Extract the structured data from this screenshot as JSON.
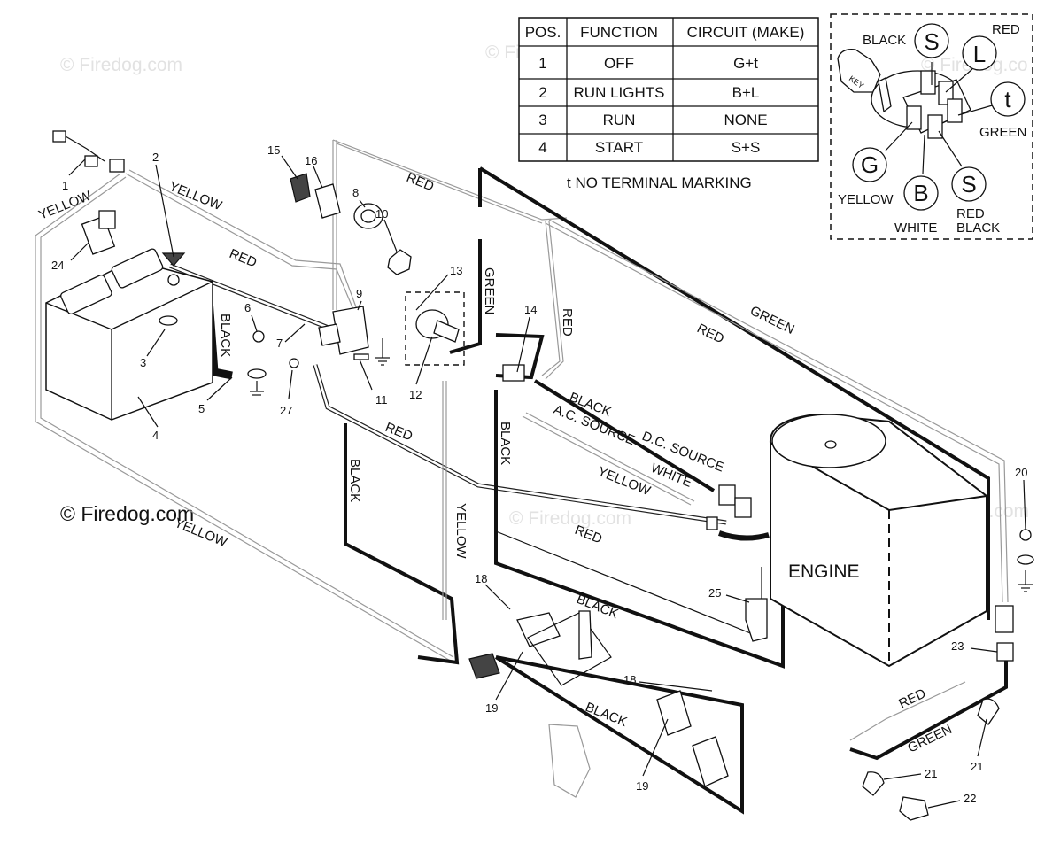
{
  "watermarks": {
    "main": "© Firedog.com",
    "faint": "© Firedog.com",
    "short": "Firedog.com",
    "cut": "© Firedog.co"
  },
  "table": {
    "headers": [
      "POS.",
      "FUNCTION",
      "CIRCUIT  (MAKE)"
    ],
    "rows": [
      [
        "1",
        "OFF",
        "G+t"
      ],
      [
        "2",
        "RUN LIGHTS",
        "B+L"
      ],
      [
        "3",
        "RUN",
        "NONE"
      ],
      [
        "4",
        "START",
        "S+S"
      ]
    ],
    "note": "t  NO TERMINAL MARKING"
  },
  "switch_inset": {
    "terminals": [
      "S",
      "L",
      "t",
      "G",
      "B",
      "S"
    ],
    "wire_labels": [
      "BLACK",
      "RED",
      "GREEN",
      "YELLOW",
      "WHITE",
      "RED",
      "BLACK"
    ]
  },
  "wire_labels": {
    "yellow": "YELLOW",
    "red": "RED",
    "black": "BLACK",
    "green": "GREEN",
    "white": "WHITE",
    "ac_source": "A.C. SOURCE",
    "dc_source": "D.C. SOURCE"
  },
  "engine_label": "ENGINE",
  "part_numbers": [
    "1",
    "2",
    "3",
    "4",
    "5",
    "6",
    "7",
    "8",
    "9",
    "10",
    "11",
    "12",
    "13",
    "14",
    "15",
    "16",
    "18",
    "18",
    "19",
    "19",
    "20",
    "21",
    "21",
    "22",
    "23",
    "24",
    "25",
    "27"
  ]
}
